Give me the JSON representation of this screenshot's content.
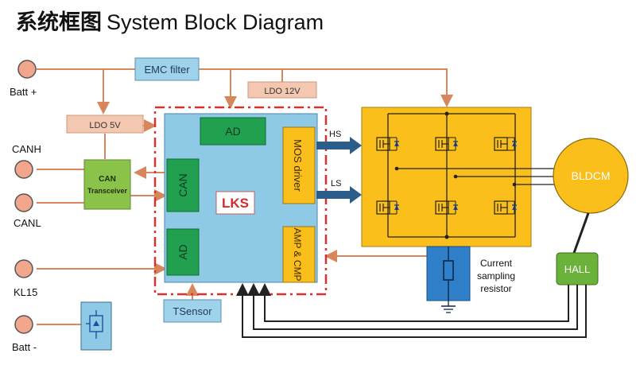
{
  "title": {
    "cn": "系统框图",
    "en": "System Block Diagram"
  },
  "terminals": {
    "batt_plus": "Batt +",
    "canh": "CANH",
    "canl": "CANL",
    "kl15": "KL15",
    "batt_minus": "Batt -"
  },
  "blocks": {
    "emc_filter": "EMC filter",
    "ldo_12v": "LDO 12V",
    "ldo_5v": "LDO 5V",
    "can_transceiver_line1": "CAN",
    "can_transceiver_line2": "Transceiver",
    "mcu_ad_top": "AD",
    "mcu_can": "CAN",
    "mcu_ad_left": "AD",
    "mcu_name": "LKS",
    "mos_driver": "MOS driver",
    "amp_cmp": "AMP & CMP",
    "tsensor": "TSensor",
    "motor": "BLDCM",
    "hall": "HALL",
    "current_line1": "Current",
    "current_line2": "sampling",
    "current_line3": "resistor",
    "hs": "HS",
    "ls": "LS"
  },
  "colors": {
    "mcu_bg": "#8ecae6",
    "inverter_bg": "#fbbf1c",
    "green": "#21a050",
    "ldo_bg": "#f4c7b0",
    "wire": "#d8865c",
    "dash": "#d93030",
    "hall_bg": "#6bb23b",
    "shunt_bg": "#2f80c8",
    "terminal": "#f2a68c"
  }
}
